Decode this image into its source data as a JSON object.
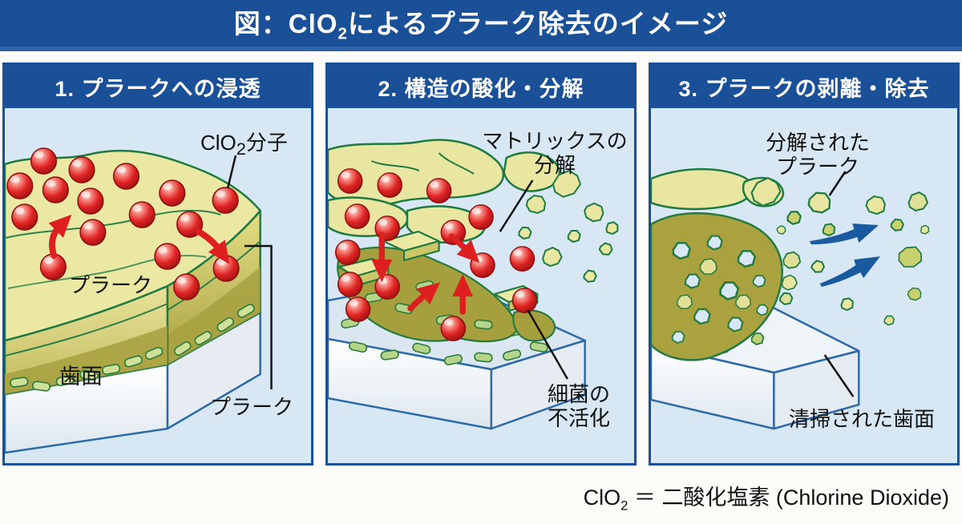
{
  "header": {
    "title_pre": "図：ClO",
    "title_sub": "2",
    "title_post": "によるプラーク除去のイメージ"
  },
  "panels": [
    {
      "heading": "1. プラークへの浸透",
      "labels": {
        "clo2_pre": "ClO",
        "clo2_sub": "2",
        "clo2_post": "分子",
        "plaque_upper": "プラーク",
        "tooth_surface": "歯面",
        "plaque_lower": "プラーク"
      }
    },
    {
      "heading": "2. 構造の酸化・分解",
      "labels": {
        "matrix_line1": "マトリックスの",
        "matrix_line2": "分解",
        "bacteria_line1": "細菌の",
        "bacteria_line2": "不活化"
      }
    },
    {
      "heading": "3. プラークの剥離・除去",
      "labels": {
        "removed_line1": "分解された",
        "removed_line2": "プラーク",
        "cleaned": "清掃された歯面"
      }
    }
  ],
  "footer": {
    "pre": "ClO",
    "sub": "2",
    "post": " ＝ 二酸化塩素 (Chlorine Dioxide)"
  },
  "colors": {
    "header_blue": "#1a5097",
    "panel_bg": "#d7e7f3",
    "plaque_pale_yellow": "#ebe8a4",
    "plaque_olive": "#a9a242",
    "outline_green": "#1e7a41",
    "bacteria_green": "#cfe097",
    "molecule_red": "#dd1f1f",
    "tooth_block_outline": "#2c6aa8",
    "removal_arrow_blue": "#1a5aa0",
    "text_black": "#111111",
    "text_white": "#ffffff"
  }
}
